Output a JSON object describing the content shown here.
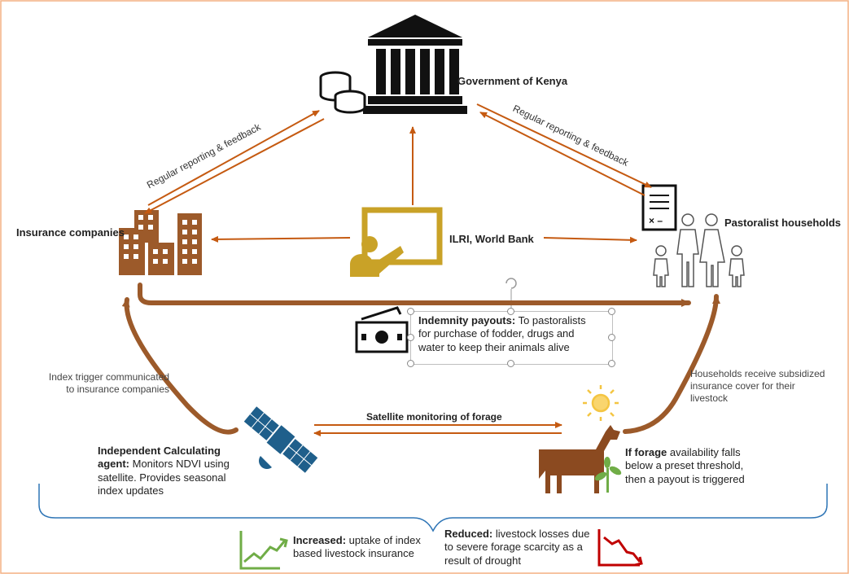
{
  "nodes": {
    "government": "Government of Kenya",
    "insurance": "Insurance companies",
    "ilri": "ILRI, World Bank",
    "households": "Pastoralist households"
  },
  "edges": {
    "reporting_left": "Regular reporting & feedback",
    "reporting_right": "Regular reporting & feedback",
    "satellite_monitoring": "Satellite monitoring of forage"
  },
  "indemnity": {
    "title": "Indemnity payouts:",
    "body_line1": " To pastoralists",
    "body_line2": "for purchase of fodder, drugs and",
    "body_line3": "water to keep their animals alive"
  },
  "index_trigger": {
    "line1": "Index trigger communicated",
    "line2": "to insurance companies"
  },
  "subsidy": {
    "line1": "Households receive subsidized",
    "line2": "insurance cover for their",
    "line3": "livestock"
  },
  "agent": {
    "title": "Independent Calculating",
    "title2": "agent:",
    "line1": " Monitors NDVI using",
    "line2": "satellite. Provides seasonal",
    "line3": "index updates"
  },
  "forage": {
    "title": "If forage",
    "line1": " availability falls",
    "line2": "below a preset threshold,",
    "line3": "then a payout is triggered"
  },
  "outcomes": {
    "increased_title": "Increased:",
    "increased_line1": " uptake of index",
    "increased_line2": "based livestock insurance",
    "reduced_title": "Reduced:",
    "reduced_line1": " livestock losses due",
    "reduced_line2": "to severe forage scarcity as a",
    "reduced_line3": "result of drought"
  },
  "colors": {
    "arrow": "#c55a11",
    "brown": "#9c5a2a",
    "gold": "#c9a227",
    "blue": "#2e75b6",
    "sat_blue": "#1f5f8b",
    "green": "#70ad47",
    "red": "#c00000",
    "frame": "#f4b183"
  }
}
